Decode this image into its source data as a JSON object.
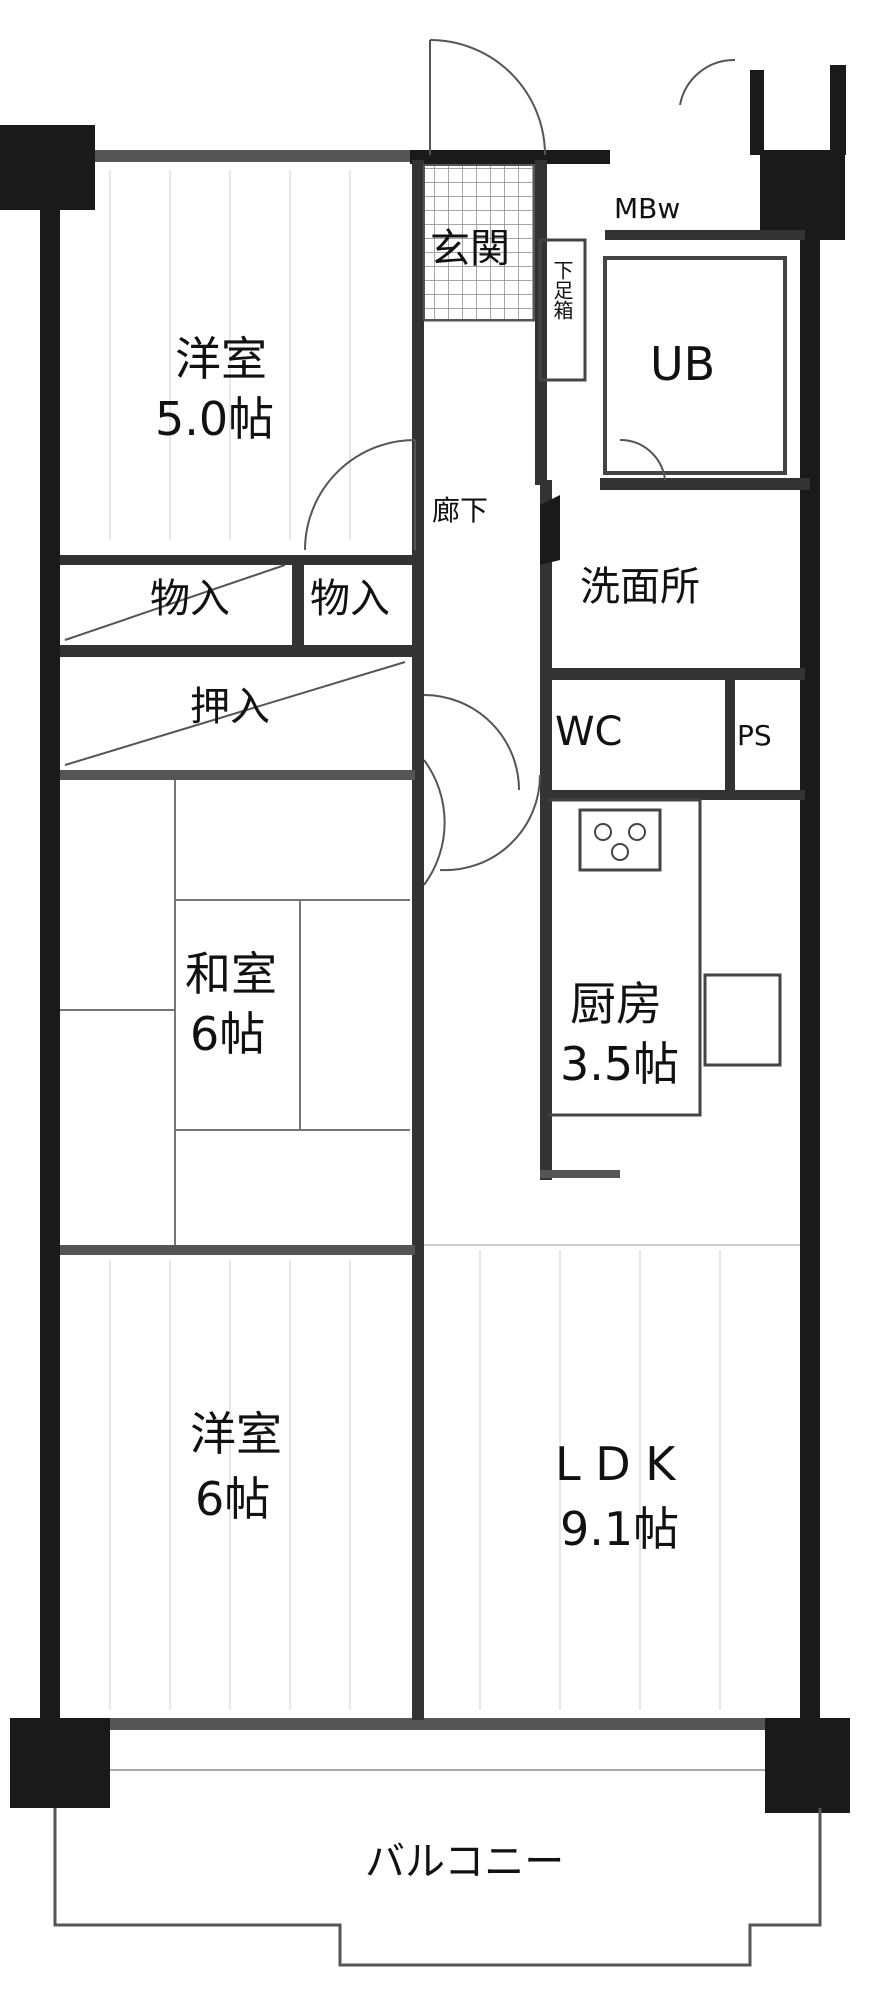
{
  "rooms": {
    "western_room_1": {
      "name": "洋室",
      "size": "5.0帖"
    },
    "closet_1": "物入",
    "closet_2": "物入",
    "oshiire": "押入",
    "japanese_room": {
      "name": "和室",
      "size": "6帖"
    },
    "western_room_2": {
      "name": "洋室",
      "size": "6帖"
    },
    "entrance": "玄関",
    "shoe_box": "下足箱",
    "meter_box": "MBw",
    "unit_bath": "UB",
    "hallway": "廊下",
    "washroom": "洗面所",
    "toilet": "WC",
    "pipe_space": "PS",
    "kitchen": {
      "name": "厨房",
      "size": "3.5帖"
    },
    "ldk": {
      "name": "L D K",
      "size": "9.1帖"
    },
    "balcony": "バルコニー"
  },
  "colors": {
    "wall": "#1a1a1a",
    "line": "#555555",
    "grid": "#bbbbbb"
  }
}
